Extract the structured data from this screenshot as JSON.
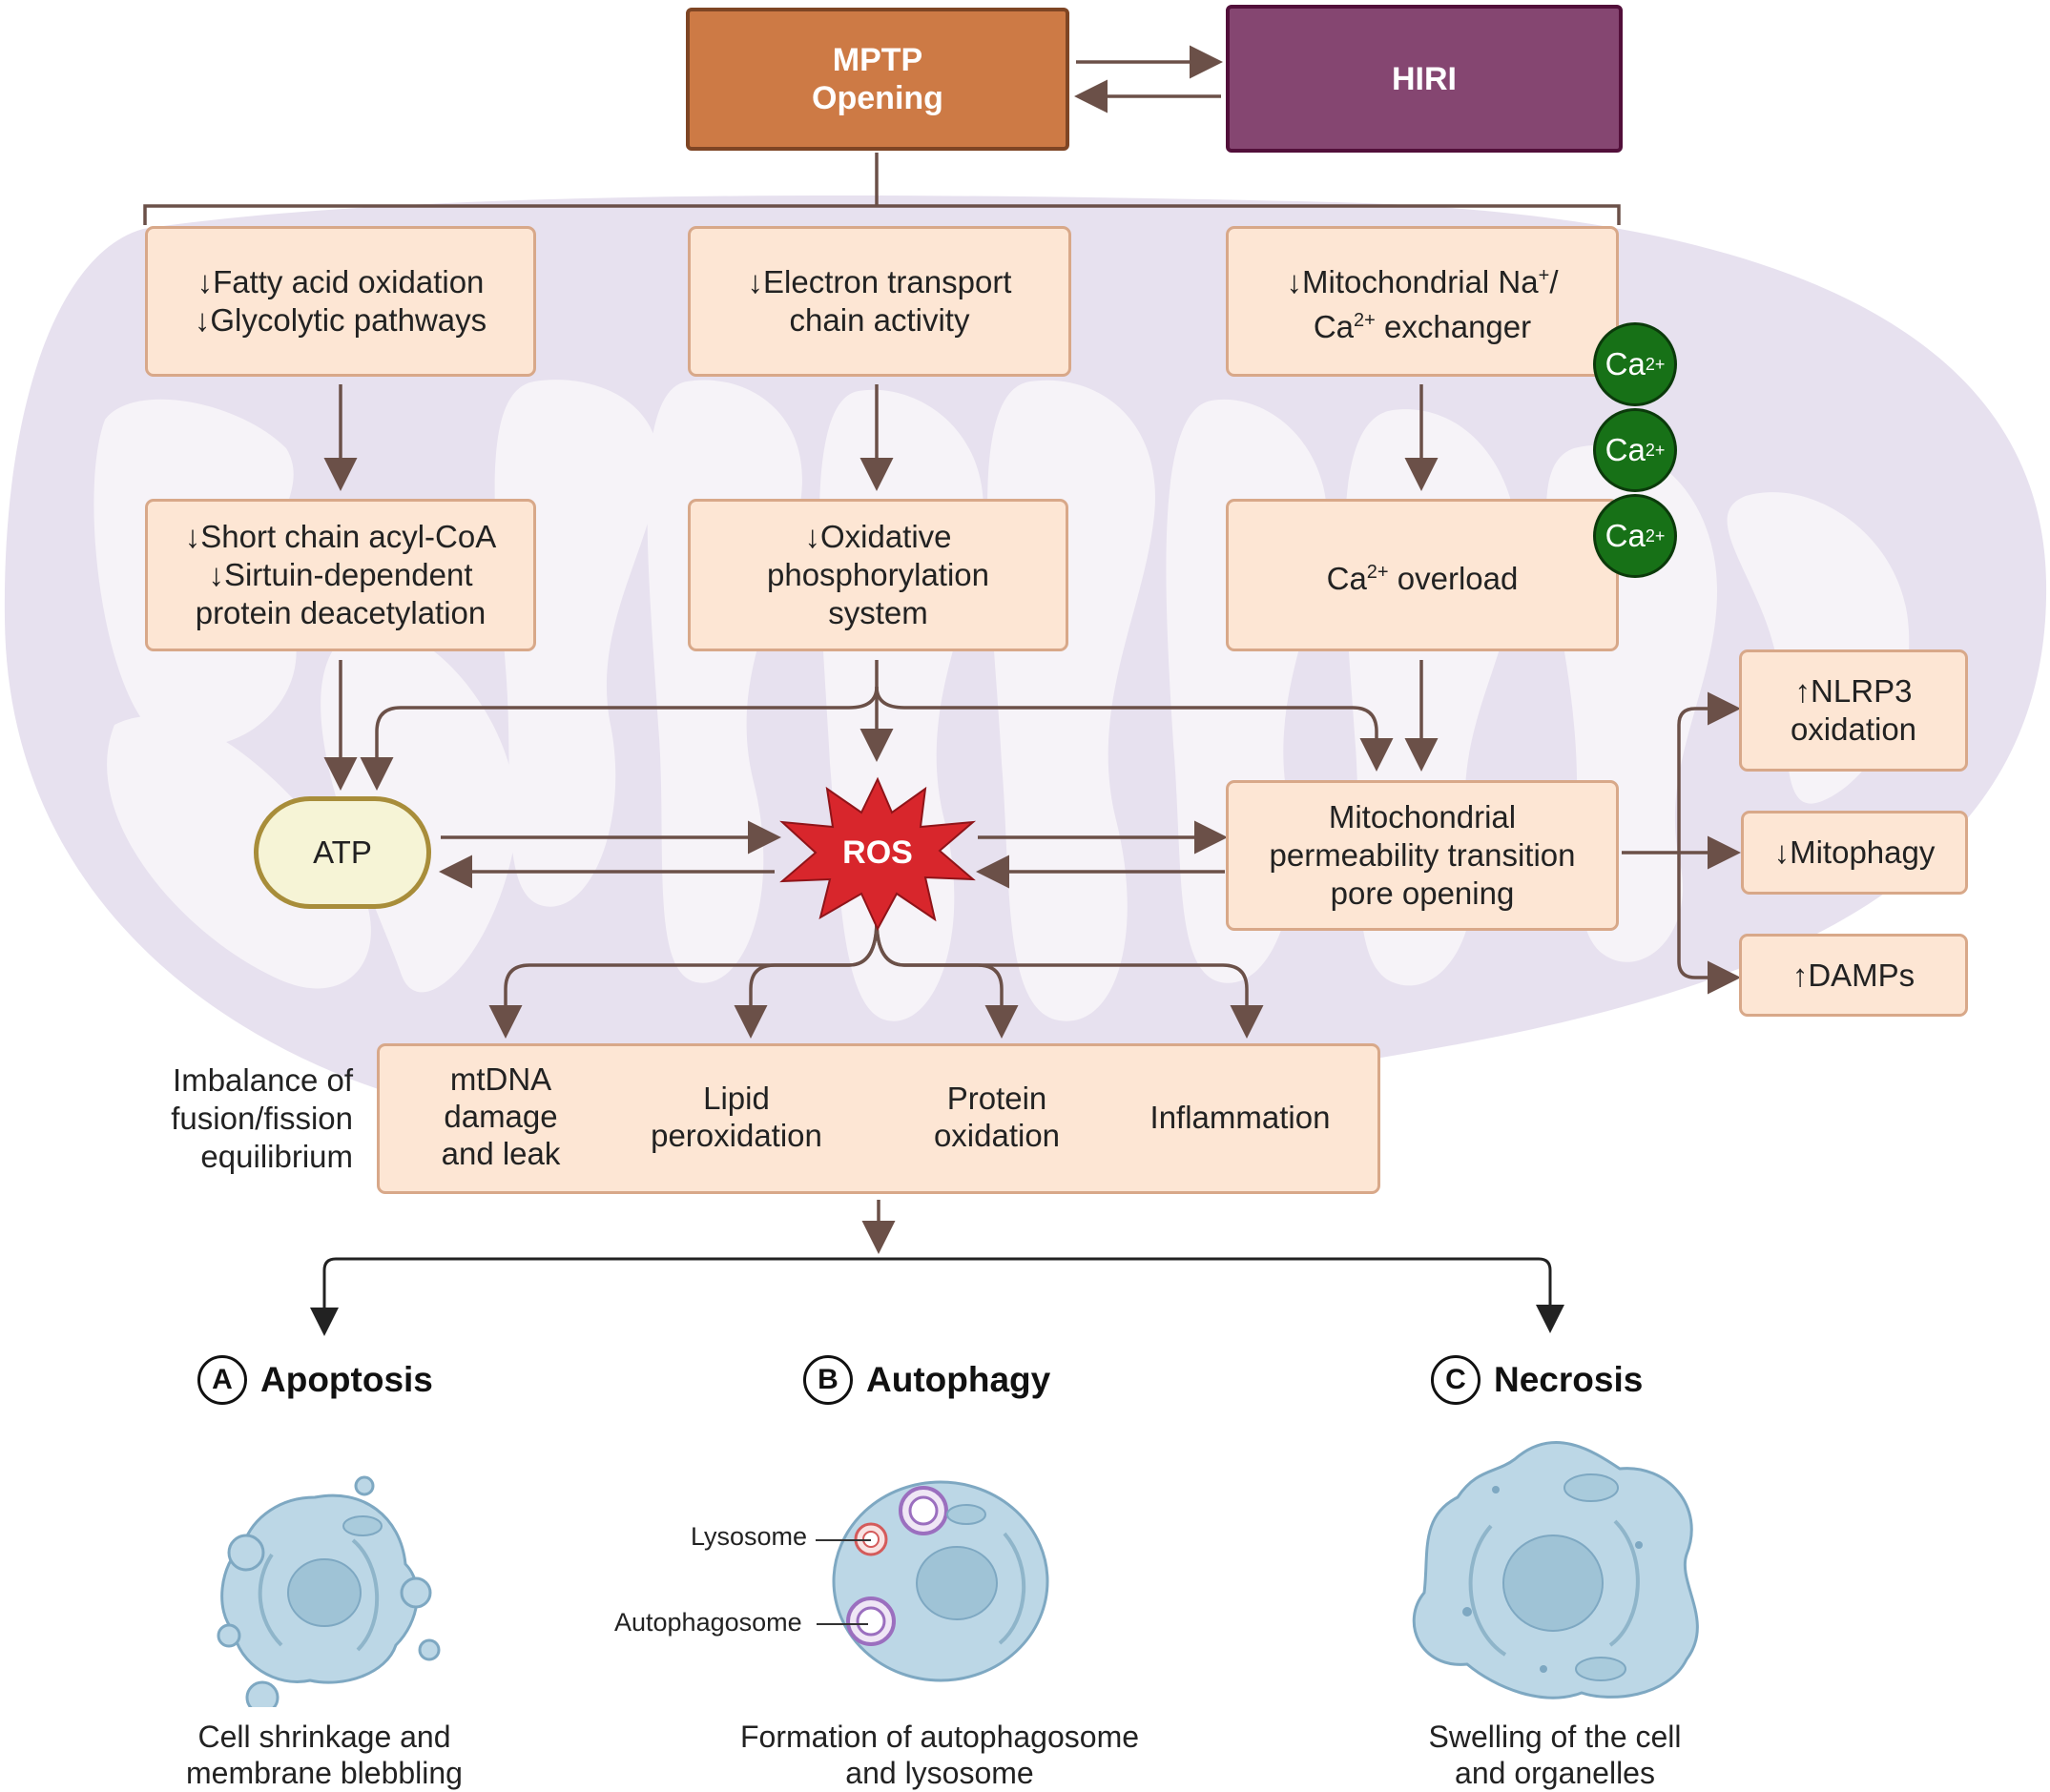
{
  "top": {
    "mptp_line1": "MPTP",
    "mptp_line2": "Opening",
    "hiri": "HIRI"
  },
  "col1": {
    "box1": [
      "↓Fatty acid oxidation",
      "↓Glycolytic pathways"
    ],
    "box2": [
      "↓Short chain acyl-CoA",
      "↓Sirtuin-dependent",
      "protein deacetylation"
    ]
  },
  "col2": {
    "box1": [
      "↓Electron transport",
      "chain activity"
    ],
    "box2": [
      "↓Oxidative",
      "phosphorylation",
      "system"
    ]
  },
  "col3": {
    "box1_a": "↓Mitochondrial Na",
    "box1_a_sup": "+",
    "box1_a_end": "/",
    "box1_b": "Ca",
    "box1_b_sup": "2+",
    "box1_b_end": " exchanger",
    "overload": "Ca",
    "overload_sup": "2+",
    "overload_end": " overload",
    "ca_label": "Ca",
    "ca_sup": "2+"
  },
  "center": {
    "atp": "ATP",
    "ros": "ROS",
    "mptp_desc": [
      "Mitochondrial",
      "permeability transition",
      "pore opening"
    ]
  },
  "right": {
    "nlrp3": [
      "↑NLRP3",
      "oxidation"
    ],
    "mitophagy": "↓Mitophagy",
    "damps": "↑DAMPs"
  },
  "imbalance": [
    "Imbalance of",
    "fusion/fission",
    "equilibrium"
  ],
  "effects": {
    "mtdna": [
      "mtDNA",
      "damage",
      "and leak"
    ],
    "lipid": [
      "Lipid",
      "peroxidation"
    ],
    "protein": [
      "Protein",
      "oxidation"
    ],
    "inflammation": "Inflammation"
  },
  "outcomes": [
    {
      "letter": "A",
      "title": "Apoptosis",
      "caption": [
        "Cell shrinkage and",
        "membrane blebbling"
      ]
    },
    {
      "letter": "B",
      "title": "Autophagy",
      "caption": [
        "Formation of autophagosome",
        "and lysosome"
      ]
    },
    {
      "letter": "C",
      "title": "Necrosis",
      "caption": [
        "Swelling of the cell",
        "and organelles"
      ]
    }
  ],
  "autophagy_labels": {
    "lysosome": "Lysosome",
    "autophagosome": "Autophagosome"
  },
  "colors": {
    "mptp": "#cd7a45",
    "hiri": "#854671",
    "box_fill": "#fde6d4",
    "box_border": "#d8a889",
    "arrow": "#6b5048",
    "ros": "#d8262c",
    "atp_fill": "#f6f4d6",
    "atp_border": "#a88d3a",
    "calcium": "#177117",
    "mito_bg": "#e7e1ef",
    "cell": "#bcd7e6"
  }
}
